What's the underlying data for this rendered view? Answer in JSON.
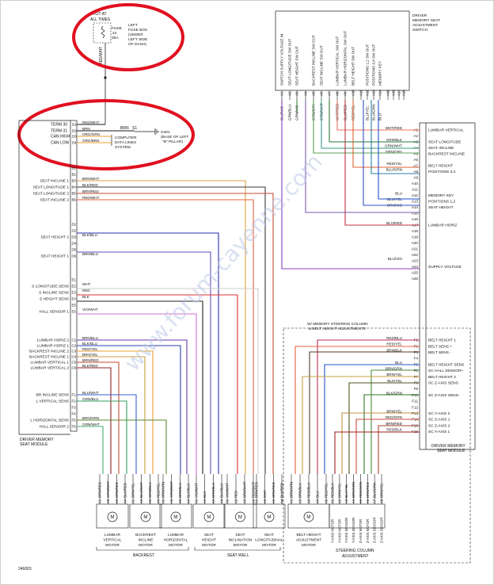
{
  "colors": {
    "ink": "#1a1a1a",
    "highlight": "#e01020",
    "watermark": "#b9c6e6"
  },
  "top": {
    "hot_label": [
      "HOT AT",
      "ALL TIMES"
    ],
    "fuse_label": [
      "FUSE",
      "44",
      "30A"
    ],
    "fuse_location": [
      "LEFT",
      "FUSE BOX",
      "(UNDER",
      "LEFT SIDE",
      "OF DASH)"
    ],
    "feed_wire": "RED/WHT"
  },
  "left_module": {
    "title": [
      "DRIVER MEMORY",
      "SEAT MODULE"
    ],
    "connector_a": [
      {
        "label": "TERM 30",
        "pin": "D1",
        "wire": "RED/WHT"
      },
      {
        "label": "TERM 31",
        "pin": "D2",
        "wire": "BRN"
      },
      {
        "label": "CAN HIGH",
        "pin": "D3",
        "wire": "ORG/GRN"
      },
      {
        "label": "CAN LOW",
        "pin": "D4",
        "wire": "ORG/BRN"
      }
    ],
    "ground_wire": "BRN",
    "ground_splice": "S1",
    "ground_label": [
      "G401",
      "(BASE OF LEFT",
      "\"B\" PILLAR)"
    ],
    "computer_lines_label": [
      "COMPUTER",
      "DATA LINES",
      "SYSTEM"
    ],
    "pins": [
      {
        "pin": "B1",
        "label": "",
        "wire": ""
      },
      {
        "pin": "B2",
        "label": "",
        "wire": ""
      },
      {
        "pin": "B3",
        "label": "SEAT INCLINE 1",
        "wire": "BRN/WHT"
      },
      {
        "pin": "B4",
        "label": "SEAT LONGITUDE 1",
        "wire": "BLK/RED"
      },
      {
        "pin": "B5",
        "label": "SEAT LONGITUDE 2",
        "wire": "BRN/RED"
      },
      {
        "pin": "B6",
        "label": "SEAT INCLINE 2",
        "wire": "RED/WHT"
      },
      {
        "pin": "D1",
        "label": "",
        "wire": ""
      },
      {
        "pin": "D2",
        "label": "",
        "wire": ""
      },
      {
        "pin": "D3",
        "label": "SEAT HEIGHT 2",
        "wire": "BLK/BLU"
      },
      {
        "pin": "D4",
        "label": "",
        "wire": ""
      },
      {
        "pin": "D5",
        "label": "",
        "wire": ""
      },
      {
        "pin": "D6",
        "label": "SEAT HEIGHT 1",
        "wire": "BRN/BLU"
      },
      {
        "pin": "E1",
        "label": "",
        "wire": ""
      },
      {
        "pin": "E2",
        "label": "S LONGITUDE SENS",
        "wire": "WHT"
      },
      {
        "pin": "E3",
        "label": "S INCLINE SENS",
        "wire": "RED"
      },
      {
        "pin": "E4",
        "label": "S HEIGHT SENS",
        "wire": "BLK"
      },
      {
        "pin": "E5",
        "label": "",
        "wire": ""
      },
      {
        "pin": "E6",
        "label": "HALL SENSOR 1",
        "wire": "VIO/WHT"
      },
      {
        "pin": "C1",
        "label": "LUMBAR HORIZ 2",
        "wire": "BRN/BLU"
      },
      {
        "pin": "C2",
        "label": "LUMBAR HORIZ 1",
        "wire": "BLK/BLU"
      },
      {
        "pin": "C3",
        "label": "BACKREST INCLINE 2",
        "wire": "RED/YEL"
      },
      {
        "pin": "C4",
        "label": "BACKREST INCLINE 1",
        "wire": "BRN/YEL"
      },
      {
        "pin": "C5",
        "label": "LUMBAR VERTICAL 1",
        "wire": "BRN/RED"
      },
      {
        "pin": "C6",
        "label": "LUMBAR VERTICAL 2",
        "wire": "BLK/RED"
      },
      {
        "pin": "F1",
        "label": "BR INCLINE SENS",
        "wire": "BLU/WHT"
      },
      {
        "pin": "F2",
        "label": "L VERTICAL SENS",
        "wire": "GRN/BLU"
      },
      {
        "pin": "F3",
        "label": "",
        "wire": ""
      },
      {
        "pin": "F4",
        "label": "",
        "wire": ""
      },
      {
        "pin": "F5",
        "label": "L HORIZONTAL SENS",
        "wire": "BRN/GRN"
      },
      {
        "pin": "F6",
        "label": "HALL SENSOR 2",
        "wire": "GRN/WHT"
      }
    ]
  },
  "switch": {
    "title": [
      "DRIVER",
      "MEMORY SEAT",
      "ADJUSTMENT",
      "SWITCH"
    ],
    "functions": [
      "SWITCH SUPPLY VOLTAGE IN",
      "SEAT LONGITUDE SW OUT",
      "SEAT HEIGHT SW OUT",
      "",
      "BACKREST INCLINE SW OUT",
      "SEAT INCLINE SW OUT",
      "",
      "LUMBAR VERTICAL SW OUT",
      "LUMBAR HORIZONTAL SW OUT",
      "BELT HEIGHT SW OUT",
      "",
      "POSITIONS 1,2 SW OUT",
      "POSITIONS 3,4 SW OUT",
      "MEMORY KEY",
      ""
    ],
    "pins": [
      "A1",
      "A2",
      "A3",
      "A4",
      "A5",
      "A6",
      "A7",
      "A8",
      "A9",
      "A10",
      "A11",
      "A12",
      "A13",
      "A14",
      "A15",
      "A16",
      "A17",
      "A18",
      "A19",
      "A20"
    ],
    "wires": [
      "BLU/VIO",
      "GRN/BLU",
      "GRN/VIO",
      "",
      "GRN/GRY",
      "GRN/WHT",
      "",
      "WHT/RED",
      "BLU/RED",
      "RED/YEL",
      "",
      "BLU/YEL",
      "BLU/GRN",
      "BLU",
      ""
    ]
  },
  "right_module": {
    "title": [
      "DRIVER MEMORY",
      "SEAT MODULE"
    ],
    "a_pins": [
      {
        "pin": "A1",
        "wire": "WHT/RED",
        "label": "LUMBAR VERTICAL"
      },
      {
        "pin": "A2",
        "wire": "",
        "label": ""
      },
      {
        "pin": "A3",
        "wire": "GRN/BLK",
        "label": "SEAT LONGITUDE"
      },
      {
        "pin": "A4",
        "wire": "GRN/WHT",
        "label": "SEAT INCLINE"
      },
      {
        "pin": "A5",
        "wire": "GRN/GRY",
        "label": "BACKREST INCLINE"
      },
      {
        "pin": "A6",
        "wire": "",
        "label": ""
      },
      {
        "pin": "A7",
        "wire": "RED/YEL",
        "label": "BELT HEIGHT"
      },
      {
        "pin": "A8",
        "wire": "BLU/GRN",
        "label": "POSITIONS 3,4"
      },
      {
        "pin": "A9",
        "wire": "",
        "label": ""
      },
      {
        "pin": "A10",
        "wire": "",
        "label": ""
      },
      {
        "pin": "A11",
        "wire": "",
        "label": ""
      },
      {
        "pin": "A12",
        "wire": "BLU",
        "label": "MEMORY KEY"
      },
      {
        "pin": "A13",
        "wire": "BLU/YEL",
        "label": "POSITIONS 1,2"
      },
      {
        "pin": "A14",
        "wire": "GRN/VIO",
        "label": "SEAT HEIGHT"
      },
      {
        "pin": "A15",
        "wire": "",
        "label": ""
      },
      {
        "pin": "A16",
        "wire": "",
        "label": ""
      },
      {
        "pin": "A17",
        "wire": "BLU/RED",
        "label": "LUMBAR HORIZ"
      },
      {
        "pin": "A18",
        "wire": "",
        "label": ""
      },
      {
        "pin": "A19",
        "wire": "",
        "label": ""
      },
      {
        "pin": "A20",
        "wire": "",
        "label": ""
      },
      {
        "pin": "A21",
        "wire": "",
        "label": ""
      },
      {
        "pin": "A22",
        "wire": "",
        "label": ""
      },
      {
        "pin": "A23",
        "wire": "BLU/VIO",
        "label": ""
      },
      {
        "pin": "A24",
        "wire": "",
        "label": "SUPPLY VOLTAGE"
      },
      {
        "pin": "A25",
        "wire": "",
        "label": ""
      },
      {
        "pin": "A26",
        "wire": "",
        "label": ""
      }
    ],
    "f_pins": [
      {
        "pin": "F1",
        "wire": "RED/BLU",
        "label": "BELT HEIGHT 1"
      },
      {
        "pin": "F2",
        "wire": "RED/YEL",
        "label": "BELT SENS +"
      },
      {
        "pin": "F3",
        "wire": "BRN/BLK",
        "label": "BELT SENS -"
      },
      {
        "pin": "F4",
        "wire": "",
        "label": ""
      },
      {
        "pin": "F5",
        "wire": "BLU",
        "label": "BELT HEIGHT SENS"
      },
      {
        "pin": "F6",
        "wire": "BRN/GRN",
        "label": "SC HALL SENSOR+"
      },
      {
        "pin": "F7",
        "wire": "BRN/YEL",
        "label": "BELT HEIGHT 2"
      },
      {
        "pin": "F8",
        "wire": "BLK/YEL",
        "label": "SC Z-AXIS SENS"
      },
      {
        "pin": "F9",
        "wire": "",
        "label": ""
      },
      {
        "pin": "F10",
        "wire": "BLK/GRN",
        "label": "SC Z-AXIS SENS-"
      },
      {
        "pin": "F11",
        "wire": "",
        "label": ""
      },
      {
        "pin": "F12",
        "wire": "",
        "label": ""
      },
      {
        "pin": "F13",
        "wire": "BRN/YEL",
        "label": "SC Y-AXIS 2"
      },
      {
        "pin": "F14",
        "wire": "RED/GRN",
        "label": "SC Z-AXIS 1"
      },
      {
        "pin": "F15",
        "wire": "BRN/RED",
        "label": "SC Z-AXIS 2"
      },
      {
        "pin": "F16",
        "wire": "RED/BLK",
        "label": "SC Y-AXIS 1"
      }
    ],
    "w_title": [
      "W/ MEMORY STEERING COLUMN",
      "& BELT HEIGHT ADJUSTMENTS"
    ]
  },
  "motors": [
    {
      "name": [
        "LUMBAR",
        "VERTICAL",
        "MOTOR"
      ],
      "pins": [
        "A1",
        "A2",
        "A3",
        "A4"
      ],
      "wires": [
        "BRN/RED",
        "GRN/WHT",
        "BRN/RED",
        "BLK/RED"
      ]
    },
    {
      "name": [
        "BACKREST",
        "INCLINE",
        "MOTOR"
      ],
      "pins": [
        "A1",
        "A2",
        "A3",
        "A4"
      ],
      "wires": [
        "BRN/YEL",
        "BLU/WHT",
        "GRN/BLU",
        "RED/YEL"
      ]
    },
    {
      "name": [
        "LUMBAR",
        "HORIZONTAL",
        "MOTOR"
      ],
      "pins": [
        "A1",
        "A2",
        "A3",
        "A4"
      ],
      "wires": [
        "BRN/GRN",
        "GRN/WHT",
        "BRN/BLU",
        "BLK/BLU"
      ]
    },
    {
      "name": [
        "SEAT",
        "HEIGHT",
        "MOTOR"
      ],
      "pins": [
        "A1",
        "A2",
        "A3",
        "A4"
      ],
      "wires": [
        "VIO/WHT",
        "BLK",
        "BRN/BLU",
        "BLK/BLU"
      ]
    },
    {
      "name": [
        "SEAT",
        "INCLINATION",
        "MOTOR"
      ],
      "pins": [
        "A1",
        "A2",
        "A3",
        "A4"
      ],
      "wires": [
        "VIO/WHT",
        "RED",
        "BRN/WHT",
        "RED/WHT"
      ]
    },
    {
      "name": [
        "SEAT",
        "LONGITUDINAL",
        "MOTOR"
      ],
      "pins": [
        "A1",
        "A2",
        "A3",
        "A4"
      ],
      "wires": [
        "BRN/RED",
        "WHT",
        "BRN/RED",
        "BLK/RED"
      ]
    },
    {
      "name": [
        "BELT HEIGHT",
        "ADJUSTMENT",
        "MOTOR"
      ],
      "pins": [
        "A1",
        "A2",
        "A3",
        "A4",
        "A5"
      ],
      "wires": [
        "BRN/GRN",
        "BRN/BLK",
        "RED/BLU",
        "BLU",
        "RED/YEL"
      ]
    },
    {
      "name": [
        "Y-AXIS MOTOR",
        "Y-AXIS MOTOR",
        "Y-AXIS SENSOR",
        "Y-AXIS SENSOR",
        "Z-AXIS MOTOR",
        "Z-AXIS MOTOR",
        "Z-AXIS SENSOR",
        "Z-AXIS SENSOR"
      ],
      "pins": [
        "A1",
        "A2",
        "A3",
        "A4",
        "A5",
        "A6",
        "A7",
        "A8"
      ],
      "wires": [
        "RED/BLK",
        "BRN/YEL",
        "BLK/YEL",
        "BRN/GRN",
        "RED/GRN",
        "BRN/RED",
        "BLK/GRN",
        "BRN/YEL"
      ]
    }
  ],
  "groups": {
    "backrest": "BACKREST",
    "seat_well": "SEAT WELL",
    "steering": [
      "STEERING COLUMN",
      "ADJUSTMENT"
    ]
  },
  "figure_id": "246003",
  "watermark": "www.forum-cayenne.com"
}
